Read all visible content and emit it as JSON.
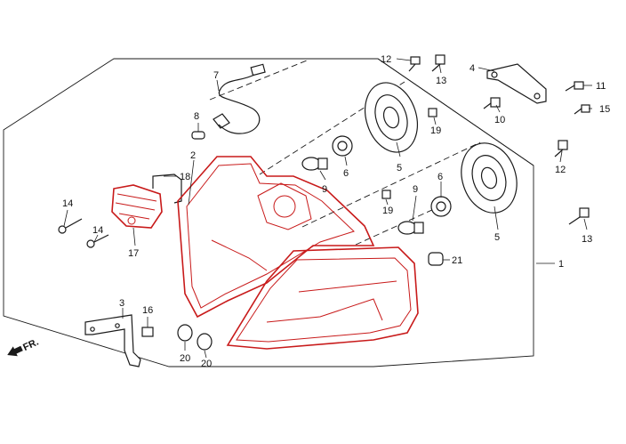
{
  "diagram": {
    "callouts": [
      {
        "id": "c1",
        "text": "1"
      },
      {
        "id": "c2",
        "text": "2"
      },
      {
        "id": "c3",
        "text": "3"
      },
      {
        "id": "c4",
        "text": "4"
      },
      {
        "id": "c5a",
        "text": "5"
      },
      {
        "id": "c5b",
        "text": "5"
      },
      {
        "id": "c6a",
        "text": "6"
      },
      {
        "id": "c6b",
        "text": "6"
      },
      {
        "id": "c7",
        "text": "7"
      },
      {
        "id": "c8",
        "text": "8"
      },
      {
        "id": "c9a",
        "text": "9"
      },
      {
        "id": "c9b",
        "text": "9"
      },
      {
        "id": "c10",
        "text": "10"
      },
      {
        "id": "c11",
        "text": "11"
      },
      {
        "id": "c12a",
        "text": "12"
      },
      {
        "id": "c12b",
        "text": "12"
      },
      {
        "id": "c13a",
        "text": "13"
      },
      {
        "id": "c13b",
        "text": "13"
      },
      {
        "id": "c14a",
        "text": "14"
      },
      {
        "id": "c14b",
        "text": "14"
      },
      {
        "id": "c15",
        "text": "15"
      },
      {
        "id": "c16",
        "text": "16"
      },
      {
        "id": "c17",
        "text": "17"
      },
      {
        "id": "c18",
        "text": "18"
      },
      {
        "id": "c19a",
        "text": "19"
      },
      {
        "id": "c19b",
        "text": "19"
      },
      {
        "id": "c20a",
        "text": "20"
      },
      {
        "id": "c20b",
        "text": "20"
      },
      {
        "id": "c21",
        "text": "21"
      }
    ],
    "front_marker": "FR.",
    "highlight_color": "#c81a1a",
    "ink_color": "#1a1a1a"
  }
}
